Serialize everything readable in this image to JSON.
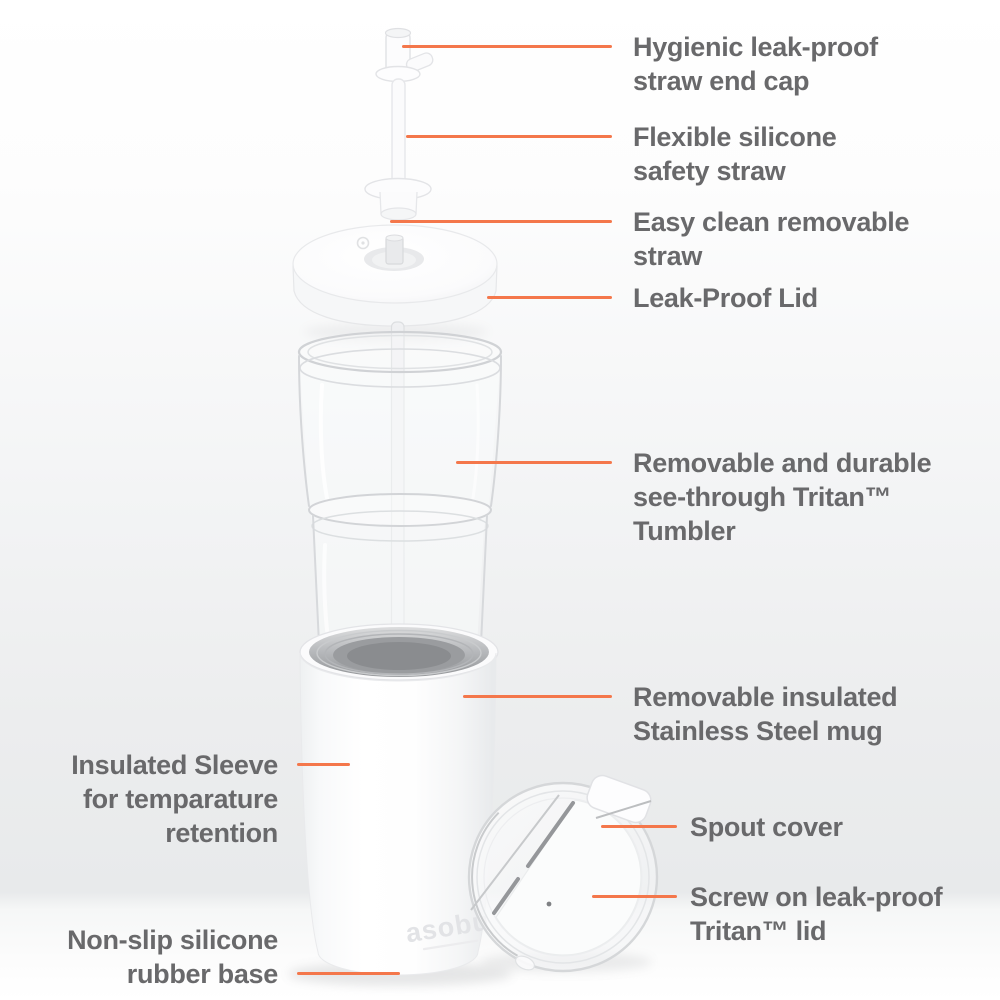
{
  "diagram": {
    "type": "product-exploded-view",
    "accent_color": "#f4774b",
    "label_color": "#69696b"
  },
  "product": {
    "logo_text": "asobu"
  },
  "callouts": {
    "straw_end_cap": {
      "lines": [
        "Hygienic leak-proof",
        "straw end cap"
      ]
    },
    "safety_straw": {
      "lines": [
        "Flexible silicone",
        "safety straw"
      ]
    },
    "removable_straw": {
      "lines": [
        "Easy clean removable",
        "straw"
      ]
    },
    "leak_proof_lid": {
      "lines": [
        "Leak-Proof Lid"
      ]
    },
    "tritan_tumbler": {
      "lines": [
        "Removable and durable",
        "see-through Tritan™",
        "Tumbler"
      ]
    },
    "steel_mug": {
      "lines": [
        "Removable insulated",
        "Stainless Steel mug"
      ]
    },
    "insulated_sleeve": {
      "lines": [
        "Insulated Sleeve",
        "for temparature",
        "retention"
      ]
    },
    "spout_cover": {
      "lines": [
        "Spout cover"
      ]
    },
    "screw_lid": {
      "lines": [
        "Screw on leak-proof",
        "Tritan™ lid"
      ]
    },
    "rubber_base": {
      "lines": [
        "Non-slip silicone",
        "rubber base"
      ]
    }
  }
}
